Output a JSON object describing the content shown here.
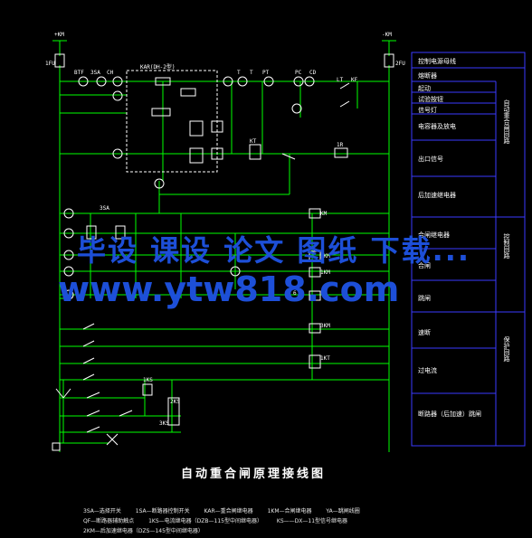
{
  "title": "自动重合闸原理接线图",
  "top_labels": {
    "left_bus": "+KM",
    "left_fuse": "1FU",
    "right_bus": "-KM",
    "right_fuse": "2FU",
    "comp_row": [
      "BTF",
      "3SA",
      "CH",
      "KAR(DH-2型)",
      "T",
      "T",
      "PT",
      "PC",
      "CD",
      "LT",
      "KF"
    ],
    "mid_labels": [
      "KM",
      "KT",
      "1KM",
      "1R",
      "3SA",
      "1KM",
      "2KM",
      "3KM",
      "1KT",
      "1KS",
      "2KS",
      "3KS",
      "6"
    ]
  },
  "table": {
    "rows": [
      {
        "text": "控制电源母线",
        "group": ""
      },
      {
        "text": "熔断器",
        "group": ""
      },
      {
        "text": "起动",
        "group": ""
      },
      {
        "text": "试验按钮",
        "group": ""
      },
      {
        "text": "信号灯",
        "group": ""
      },
      {
        "text": "电容器及放电",
        "group": ""
      },
      {
        "text": "出口信号",
        "group": ""
      },
      {
        "text": "后加速继电器",
        "group": ""
      },
      {
        "text": "合闸继电器",
        "group": ""
      },
      {
        "text": "合闸",
        "group": ""
      },
      {
        "text": "跳闸",
        "group": ""
      },
      {
        "text": "速断",
        "group": ""
      },
      {
        "text": "过电流",
        "group": ""
      },
      {
        "text": "断路器（后加速）跳闸",
        "group": ""
      }
    ],
    "groups": [
      {
        "text": "自动重合闸回路"
      },
      {
        "text": "控制回路"
      },
      {
        "text": "保护回路"
      }
    ]
  },
  "legend": [
    "3SA—选择开关",
    "1SA—断路器控制开关",
    "KAR—重合闸继电器",
    "1KM—合闸继电器",
    "YA—跳闸线圈",
    "QF—断路器辅助触点",
    "1KS—电流继电器（DZB—115型中间继电器）",
    "KS——DX—11型信号继电器",
    "2KM—后加速继电器（DZS—145型中间继电器）"
  ],
  "watermark": {
    "line1": "毕设 课设 论文 图纸 下载...",
    "line2": "www.ytw818.com"
  },
  "colors": {
    "background": "#000000",
    "wire": "#00ff00",
    "component": "#ffffff",
    "table_border": "#3a3aff",
    "watermark": "#1d4fd8"
  }
}
